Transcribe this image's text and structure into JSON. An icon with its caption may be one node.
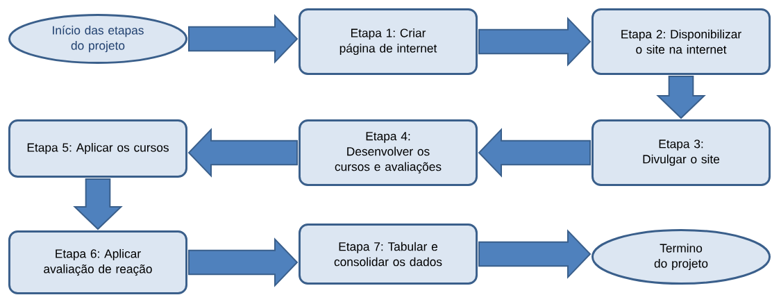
{
  "diagram": {
    "nodes": [
      {
        "text": [
          "Início das etapas do projeto"
        ]
      },
      {
        "text": [
          "Etapa 1: Criar página de internet"
        ]
      },
      {
        "text": [
          "Etapa 2: Disponibilizar o site na internet"
        ]
      },
      {
        "text": [
          "Etapa 3: Divulgar o site"
        ]
      },
      {
        "text": [
          "Etapa 4: Desenvolver os cursos e avaliações"
        ]
      },
      {
        "text": [
          "Etapa 5: Aplicar os cursos"
        ]
      },
      {
        "text": [
          "Etapa 6: Aplicar avaliação de reação"
        ]
      },
      {
        "text": [
          "Etapa 7: Tabular e consolidar os dados"
        ]
      },
      {
        "text": [
          "Termino do projeto"
        ]
      }
    ],
    "edges": [
      {
        "from": 0,
        "to": 1,
        "arrow": "to"
      },
      {
        "from": 1,
        "to": 2,
        "arrow": "to"
      },
      {
        "from": 2,
        "to": 3,
        "arrow": "to"
      },
      {
        "from": 3,
        "to": 4,
        "arrow": "to"
      },
      {
        "from": 4,
        "to": 5,
        "arrow": "to"
      },
      {
        "from": 5,
        "to": 6,
        "arrow": "to"
      },
      {
        "from": 6,
        "to": 7,
        "arrow": "to"
      },
      {
        "from": 7,
        "to": 8,
        "arrow": "to"
      }
    ]
  }
}
